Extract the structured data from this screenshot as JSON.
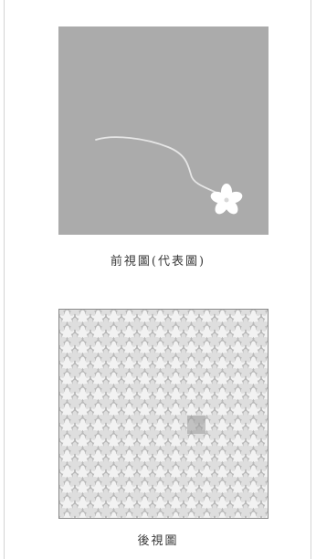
{
  "document": {
    "figures": [
      {
        "id": "front",
        "caption": "前視圖(代表圖)",
        "background_color": "#ababab",
        "motif": "single-flower-with-stem",
        "flower_color": "#ffffff",
        "stem_color": "#e6e6e6"
      },
      {
        "id": "back",
        "caption": "後視圖",
        "background_color": "#b8b8b8",
        "motif": "repeating-flower-pattern",
        "flower_color": "#f0f0f0"
      }
    ]
  }
}
